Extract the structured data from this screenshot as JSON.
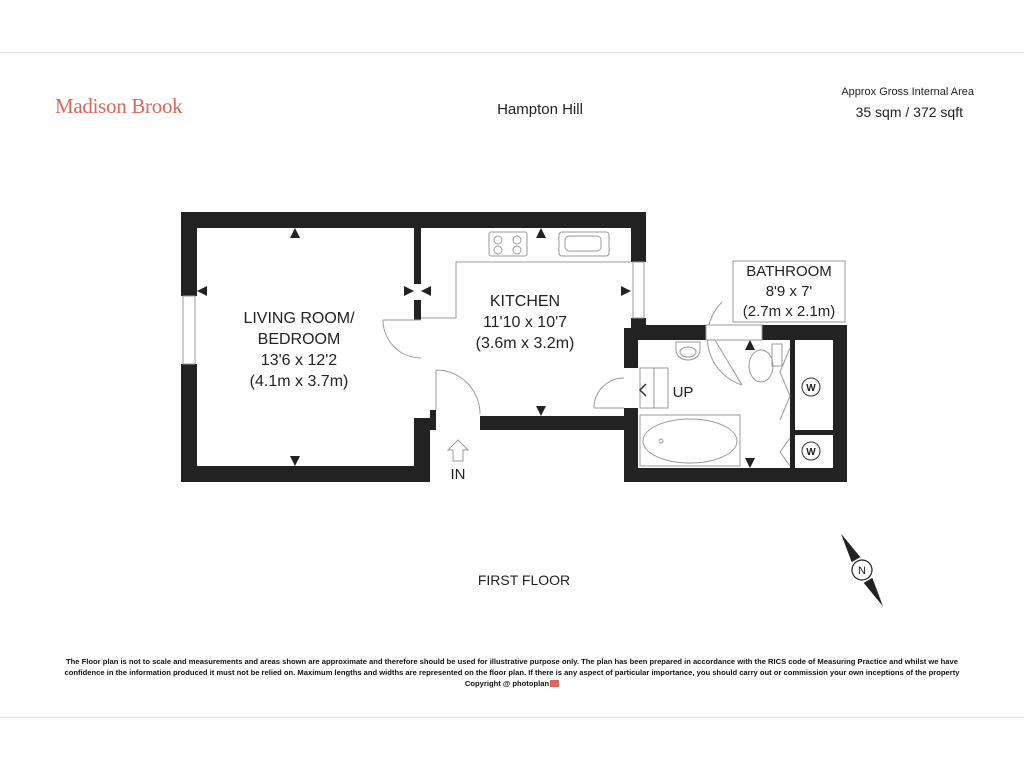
{
  "brand": {
    "name": "Madison Brook",
    "color": "#d9685a"
  },
  "location": "Hampton Hill",
  "area": {
    "label": "Approx Gross Internal Area",
    "value": "35 sqm / 372 sqft"
  },
  "rooms": [
    {
      "id": "living",
      "lines": [
        "LIVING ROOM/",
        "BEDROOM",
        "13'6 x 12'2",
        "(4.1m x 3.7m)"
      ]
    },
    {
      "id": "kitchen",
      "lines": [
        "KITCHEN",
        "11'10 x 10'7",
        "(3.6m x 3.2m)"
      ]
    },
    {
      "id": "bathroom",
      "lines": [
        "BATHROOM",
        "8'9 x 7'",
        "(2.7m x 2.1m)"
      ]
    }
  ],
  "labels": {
    "entrance": "IN",
    "stairs": "UP",
    "washer": "W",
    "compass": "N"
  },
  "floor_label": "FIRST FLOOR",
  "disclaimer": {
    "line1": "The Floor plan is not to scale and measurements and areas shown are approximate and therefore should be used for illustrative purpose only. The plan has been prepared in accordance with the RICS code of Measuring Practice and whilst we have",
    "line2": "confidence in the information produced it must not be relied on. Maximum  lengths and widths are represented on the floor plan. If there is any aspect of particular importance, you should carry out or commission your own inceptions of the property",
    "copyright": "Copyright @ photoplan"
  },
  "colors": {
    "wall": "#222222",
    "fixture": "#9a9a9a",
    "accent": "#d9685a"
  }
}
